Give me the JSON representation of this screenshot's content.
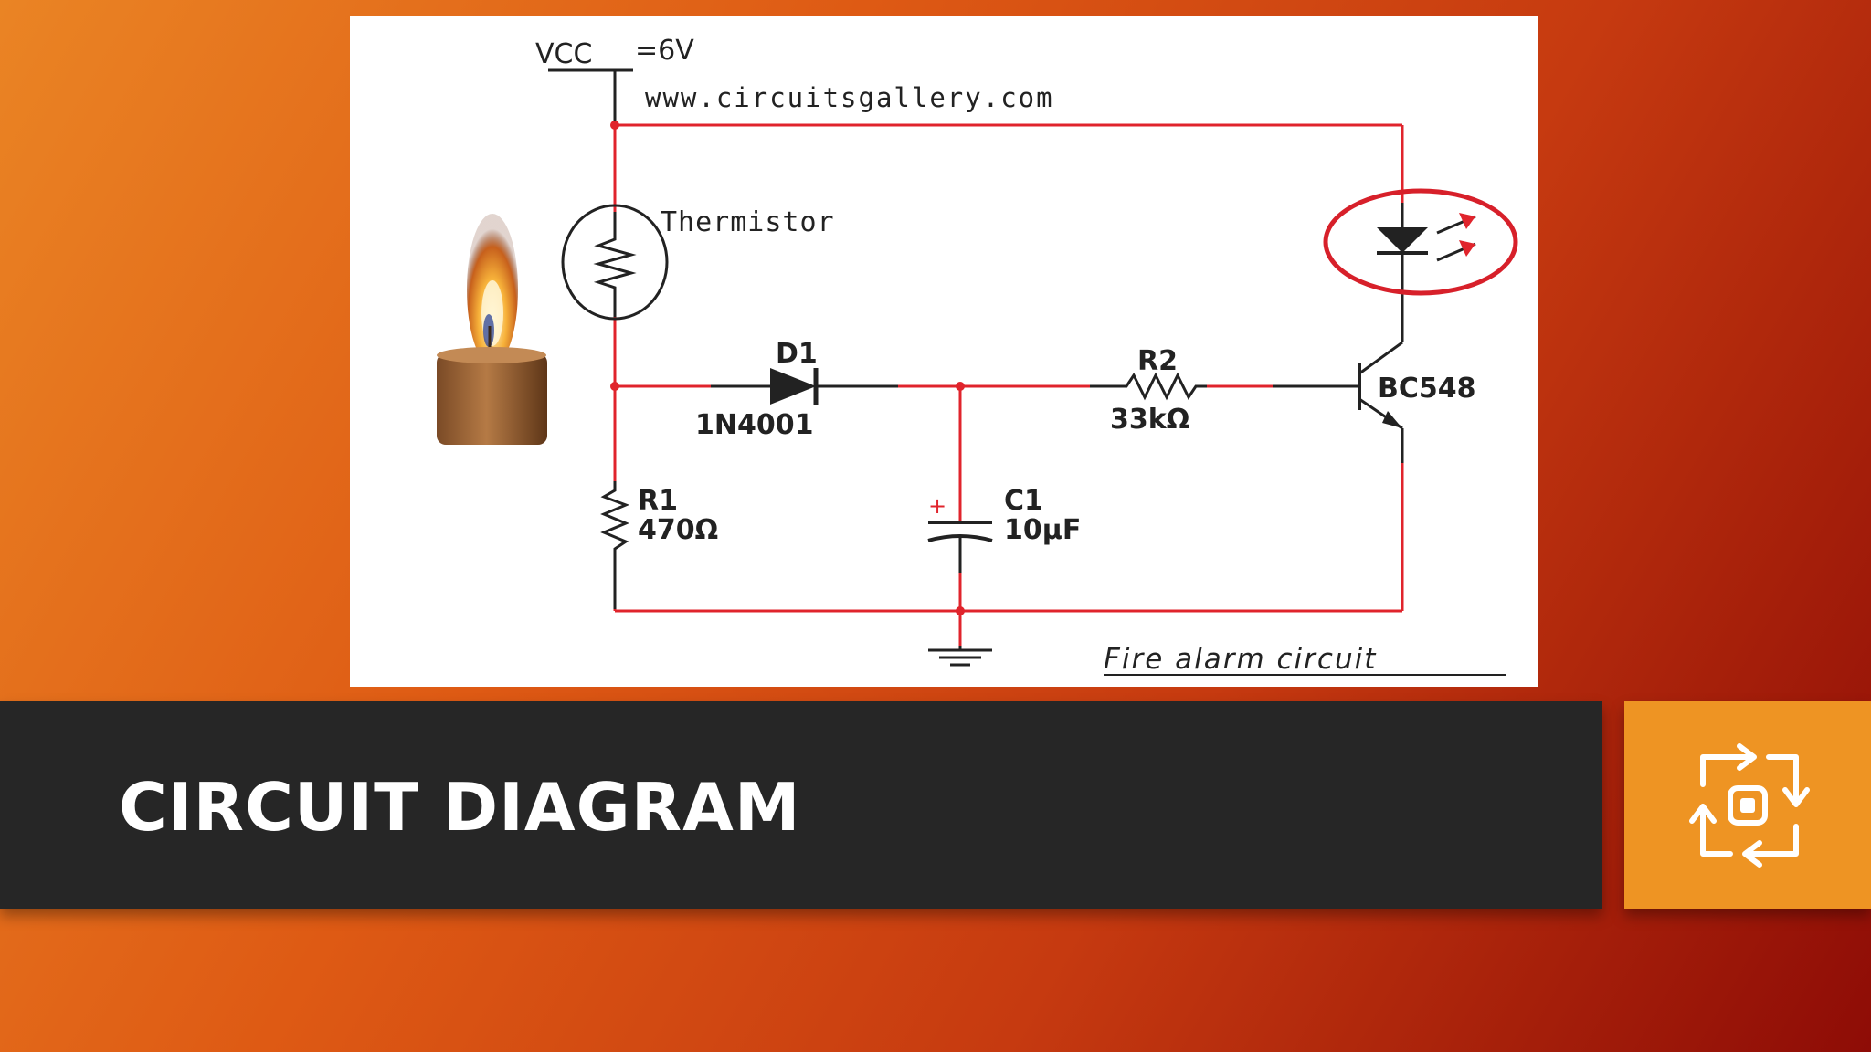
{
  "slide": {
    "title": "CIRCUIT DIAGRAM",
    "icon": "rotate-arrows-icon"
  },
  "diagram": {
    "supply_label": "VCC",
    "supply_value": "=6V",
    "website": "www.circuitsgallery.com",
    "thermistor_label": "Thermistor",
    "d1_label": "D1",
    "d1_part": "1N4001",
    "r2_label": "R2",
    "r2_value": "33kΩ",
    "transistor_label": "BC548",
    "r1_label": "R1",
    "r1_value": "470Ω",
    "c1_label": "C1",
    "c1_value": "10µF",
    "capacitor_polarity": "+",
    "caption": "Fire alarm circuit",
    "flame_icon": "candle-flame-icon",
    "led_icon": "led-icon",
    "wire_color": "#e0242c",
    "highlight_color": "#d7202a"
  }
}
